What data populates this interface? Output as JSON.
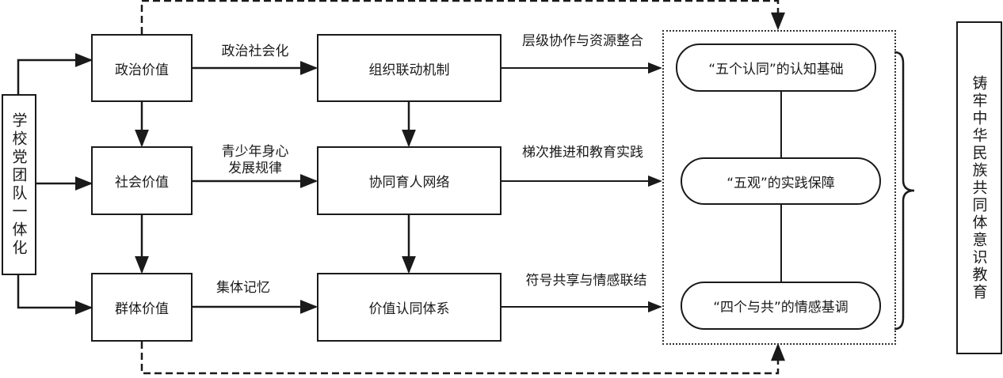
{
  "diagram": {
    "source": {
      "label": "学校党团队一体化"
    },
    "values": [
      {
        "id": "political",
        "label": "政治价值"
      },
      {
        "id": "social",
        "label": "社会价值"
      },
      {
        "id": "group",
        "label": "群体价值"
      }
    ],
    "mechanisms": [
      {
        "id": "org",
        "label": "组织联动机制"
      },
      {
        "id": "network",
        "label": "协同育人网络"
      },
      {
        "id": "identity",
        "label": "价值认同体系"
      }
    ],
    "value_to_mechanism_labels": [
      {
        "line1": "政治社会化",
        "line2": ""
      },
      {
        "line1": "青少年身心",
        "line2": "发展规律"
      },
      {
        "line1": "集体记忆",
        "line2": ""
      }
    ],
    "mechanism_to_outcome_labels": [
      "层级协作与资源整合",
      "梯次推进和教育实践",
      "符号共享与情感联结"
    ],
    "outcomes": [
      {
        "id": "cognitive",
        "label": "“五个认同”的认知基础"
      },
      {
        "id": "practice",
        "label": "“五观”的实践保障"
      },
      {
        "id": "emotion",
        "label": "“四个与共”的情感基调"
      }
    ],
    "goal": {
      "label": "铸牢中华民族共同体意识教育"
    },
    "colors": {
      "line": "#1a1a1a",
      "background": "#ffffff"
    }
  }
}
